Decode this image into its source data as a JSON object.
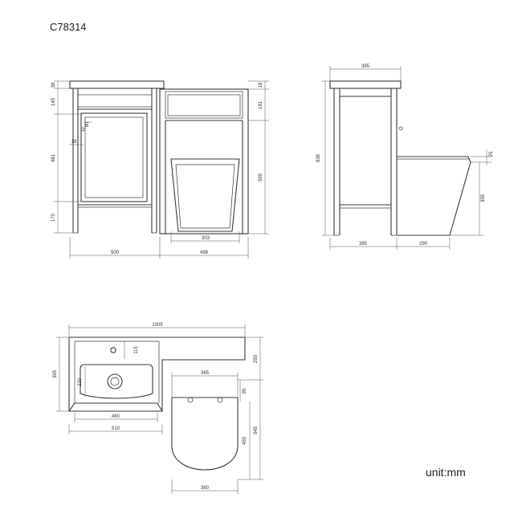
{
  "product_code": "C78314",
  "unit_label": "unit:mm",
  "front_view": {
    "dims": {
      "top": "38",
      "drawer": "145",
      "door": "481",
      "plinth": "170",
      "hinge_a": "80",
      "hinge_b": "18",
      "basin_width": "500",
      "wc_width": "498",
      "pan_width": "303",
      "wc_top": "18",
      "wc_panel": "181",
      "wc_height": "599"
    }
  },
  "side_view": {
    "dims": {
      "depth_top": "395",
      "total_height": "838",
      "pan_top": "25",
      "pan_height": "395",
      "cabinet_depth": "385",
      "pan_projection": "290"
    }
  },
  "plan_view": {
    "dims": {
      "total_width": "1005",
      "depth": "395",
      "tap_offset": "115",
      "bowl_depth": "220",
      "bowl_width": "460",
      "basin_width": "510",
      "seat_width": "365",
      "cistern_gap": "95",
      "seat_length": "450",
      "pan_length": "545",
      "top_depth": "250",
      "pan_width": "360"
    }
  }
}
